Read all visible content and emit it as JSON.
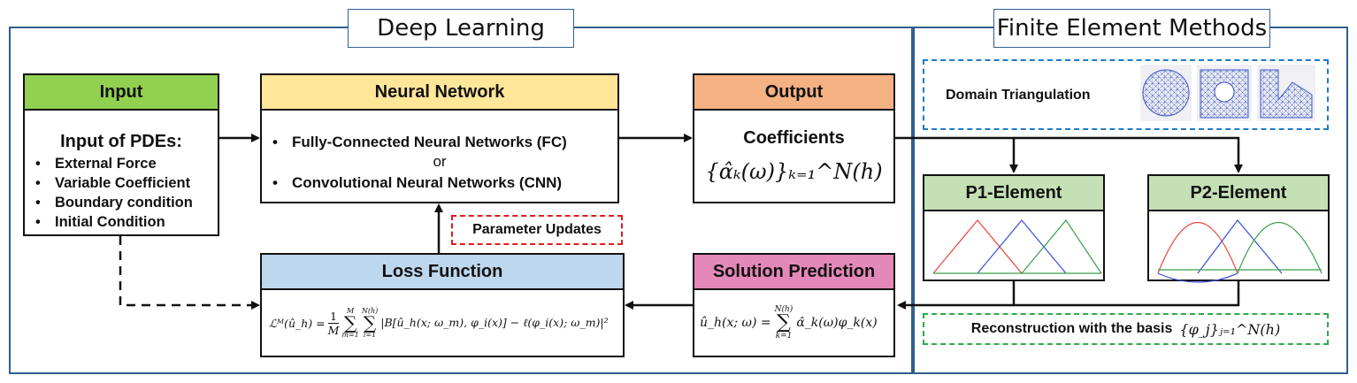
{
  "sections": {
    "deep_learning": "Deep Learning",
    "fem": "Finite Element Methods"
  },
  "input": {
    "header": "Input",
    "title": "Input of PDEs:",
    "items": [
      "External Force",
      "Variable Coefficient",
      "Boundary condition",
      "Initial Condition"
    ]
  },
  "neural_network": {
    "header": "Neural Network",
    "item_fc": "Fully-Connected Neural Networks (FC)",
    "or": "or",
    "item_cnn": "Convolutional Neural Networks (CNN)"
  },
  "output": {
    "header": "Output",
    "title": "Coefficients",
    "formula": "{α̂ₖ(ω)}ₖ₌₁^N(h)"
  },
  "parameter_updates": "Parameter Updates",
  "loss": {
    "header": "Loss Function",
    "formula_lhs": "ℒᴹ(û_h) =",
    "formula_frac_num": "1",
    "formula_frac_den": "M",
    "formula_sum1_top": "M",
    "formula_sum1_bot": "m=1",
    "formula_sum2_top": "N(h)",
    "formula_sum2_bot": "i=1",
    "formula_rhs": "|B[û_h(x; ω_m), φ_i(x)] − ℓ(φ_i(x); ω_m)|²"
  },
  "solution": {
    "header": "Solution Prediction",
    "formula_lhs": "û_h(x; ω) =",
    "formula_sum_top": "N(h)",
    "formula_sum_bot": "k=1",
    "formula_rhs": "α̂_k(ω)φ_k(x)"
  },
  "fem": {
    "domain_label": "Domain Triangulation",
    "p1_header": "P1-Element",
    "p2_header": "P2-Element",
    "reconstruction_label": "Reconstruction with the basis",
    "reconstruction_formula": "{φ_j}ⱼ₌₁^N(h)"
  },
  "colors": {
    "input_header": "#92d050",
    "nn_header": "#ffe699",
    "output_header": "#f4b183",
    "loss_header": "#bdd7ee",
    "solution_header": "#e388b8",
    "element_header": "#c5e0b4",
    "panel_border": "#2f5f8f",
    "basis_red": "#e8443a",
    "basis_blue": "#3b4fd8",
    "basis_green": "#3a9e4a"
  }
}
